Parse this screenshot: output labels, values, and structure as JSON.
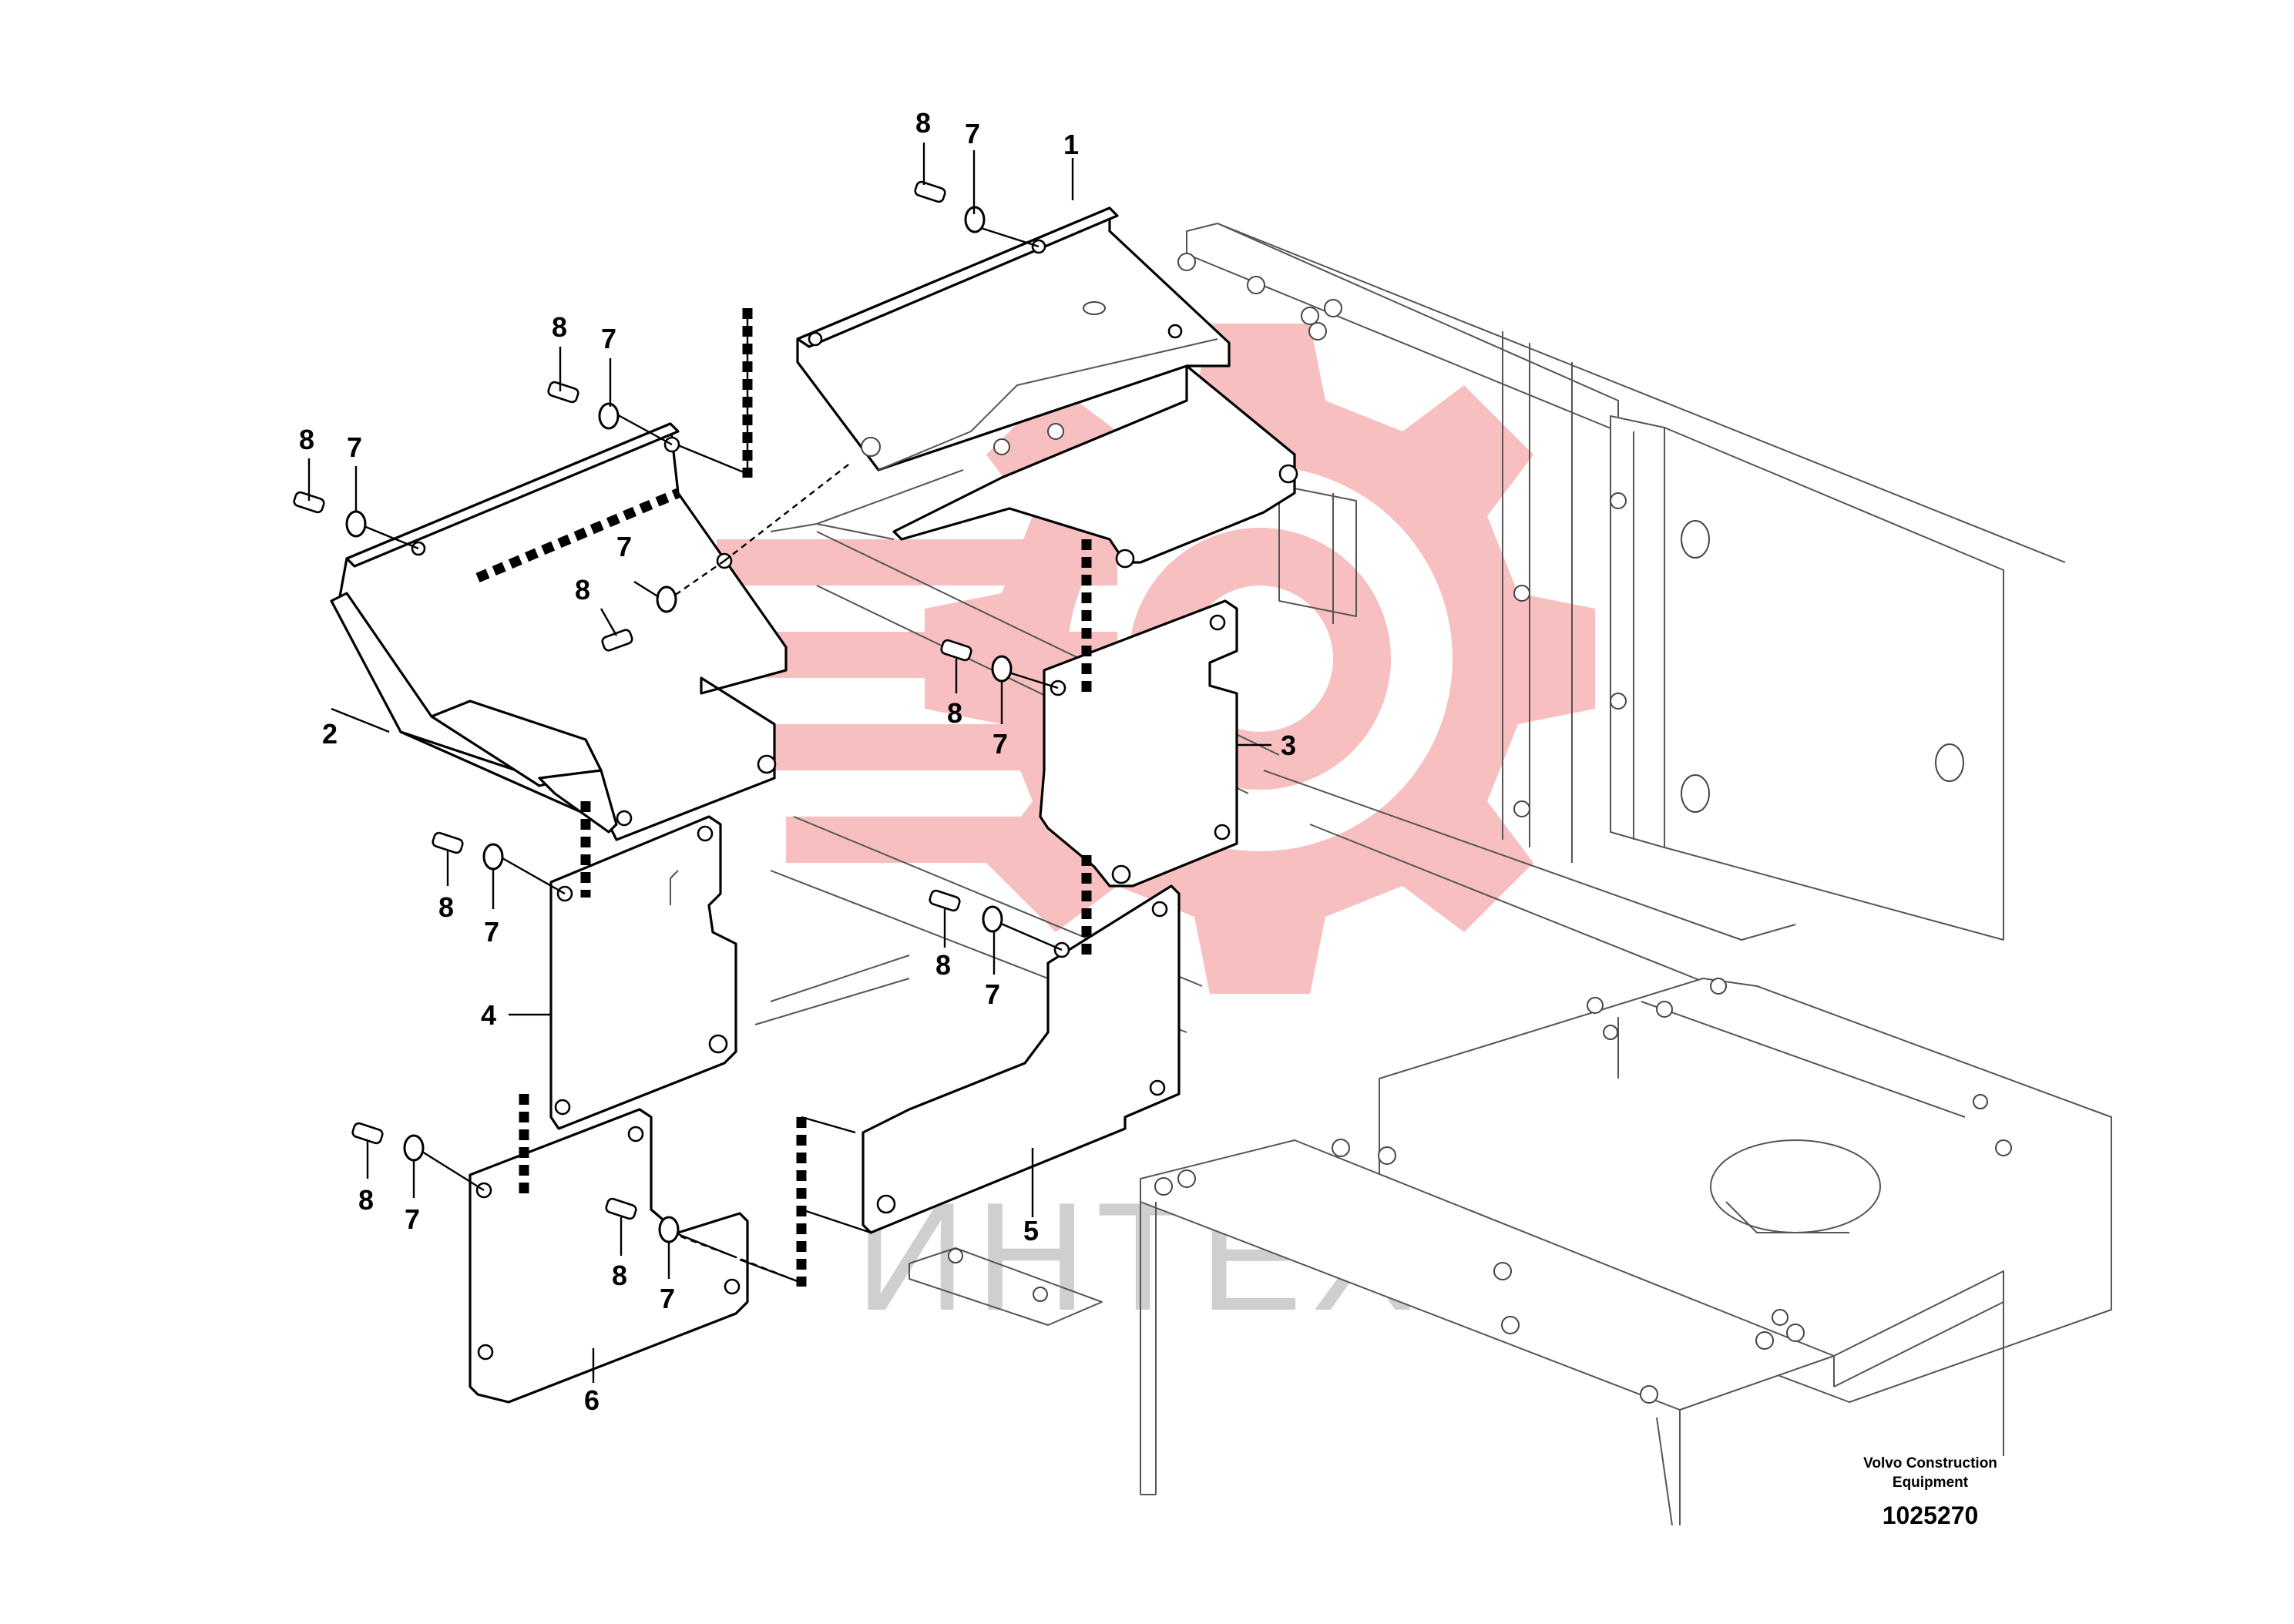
{
  "callouts": {
    "p1": "1",
    "p2": "2",
    "p3": "3",
    "p4": "4",
    "p5": "5",
    "p6": "6",
    "washer": "7",
    "screw": "8"
  },
  "caption": {
    "manufacturer_line1": "Volvo Construction",
    "manufacturer_line2": "Equipment",
    "drawing_number": "1025270"
  },
  "watermark": {
    "text": "ИНТЕХ",
    "logo_color": "#f08080"
  }
}
